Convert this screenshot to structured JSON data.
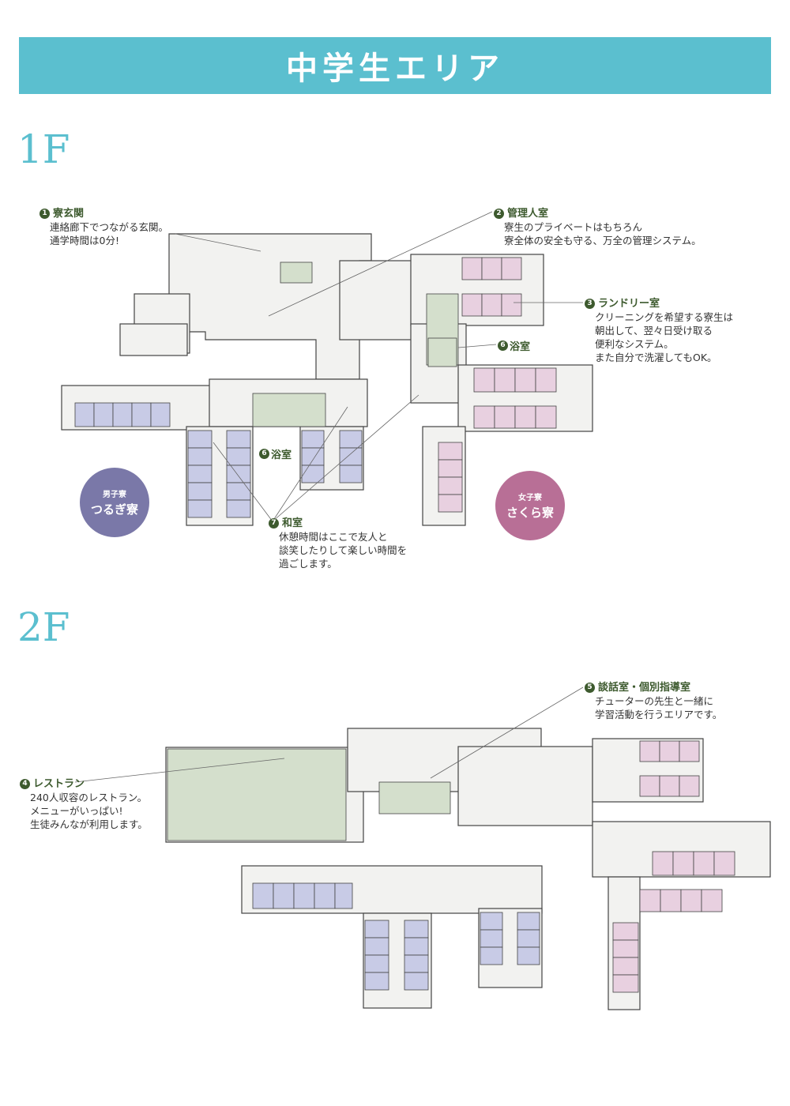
{
  "title": "中学生エリア",
  "floor1": {
    "label": "1F"
  },
  "floor2": {
    "label": "2F"
  },
  "colors": {
    "accent": "#5bbfcf",
    "boys": "#7a78a8",
    "girls": "#b86f96",
    "green": "#3d5a2e",
    "boys_room": "#c8cbe6",
    "girls_room": "#e8d0e0",
    "common": "#d4dfcc"
  },
  "annotations": [
    {
      "num": "1",
      "title": "寮玄関",
      "desc": [
        "連絡廊下でつながる玄関。",
        "通学時間は0分!"
      ]
    },
    {
      "num": "2",
      "title": "管理人室",
      "desc": [
        "寮生のプライベートはもちろん",
        "寮全体の安全も守る、万全の管理システム。"
      ]
    },
    {
      "num": "3",
      "title": "ランドリー室",
      "desc": [
        "クリーニングを希望する寮生は",
        "朝出して、翌々日受け取る",
        "便利なシステム。",
        "また自分で洗濯してもOK。"
      ]
    },
    {
      "num": "6",
      "title": "浴室"
    },
    {
      "num": "6",
      "title": "浴室"
    },
    {
      "num": "7",
      "title": "和室",
      "desc": [
        "休憩時間はここで友人と",
        "談笑したりして楽しい時間を",
        "過ごします。"
      ]
    },
    {
      "num": "4",
      "title": "レストラン",
      "desc": [
        "240人収容のレストラン。",
        "メニューがいっぱい!",
        "生徒みんなが利用します。"
      ]
    },
    {
      "num": "5",
      "title": "談話室・個別指導室",
      "desc": [
        "チューターの先生と一緒に",
        "学習活動を行うエリアです。"
      ]
    }
  ],
  "dorms": {
    "boys": {
      "sub": "男子寮",
      "name": "つるぎ寮"
    },
    "girls": {
      "sub": "女子寮",
      "name": "さくら寮"
    }
  }
}
